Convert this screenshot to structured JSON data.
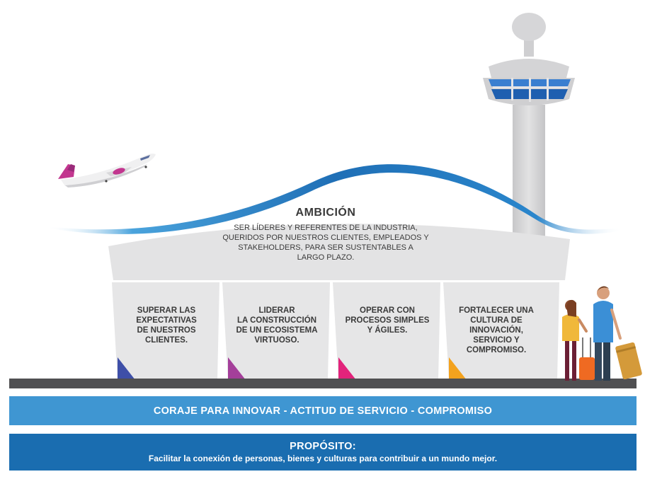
{
  "ambition": {
    "title": "AMBICIÓN",
    "lines": [
      "SER LÍDERES Y REFERENTES DE LA INDUSTRIA,",
      "QUERIDOS POR NUESTROS CLIENTES, EMPLEADOS Y",
      "STAKEHOLDERS, PARA SER SUSTENTABLES A",
      "LARGO PLAZO."
    ]
  },
  "pillars": [
    {
      "lines": [
        "SUPERAR LAS",
        "EXPECTATIVAS",
        "DE NUESTROS",
        "CLIENTES."
      ],
      "accent": "#3e4fa8"
    },
    {
      "lines": [
        "LIDERAR",
        "LA CONSTRUCCIÓN",
        "DE UN ECOSISTEMA",
        "VIRTUOSO."
      ],
      "accent": "#a43f9a"
    },
    {
      "lines": [
        "OPERAR CON",
        "PROCESOS SIMPLES",
        "Y ÁGILES."
      ],
      "accent": "#e2237b"
    },
    {
      "lines": [
        "FORTALECER UNA",
        "CULTURA DE",
        "INNOVACIÓN,",
        "SERVICIO Y",
        "COMPROMISO."
      ],
      "accent": "#f3a21e"
    }
  ],
  "values": "CORAJE PARA INNOVAR - ACTITUD DE SERVICIO - COMPROMISO",
  "purpose": {
    "title": "PROPÓSITO:",
    "text": "Facilitar la conexión de personas, bienes y culturas para contribuir a un mundo mejor."
  },
  "colors": {
    "building": "#e3e3e4",
    "pillar": "#e6e6e7",
    "ground": "#505052",
    "wave": "#1f6fb6",
    "values_bar": "#3f96d2",
    "purpose_bar": "#1a6db0",
    "airplane_tail": "#c2368f",
    "tower": "#d3d3d4"
  },
  "icons": [
    "airplane-icon",
    "control-tower-icon",
    "travelers-icon"
  ]
}
